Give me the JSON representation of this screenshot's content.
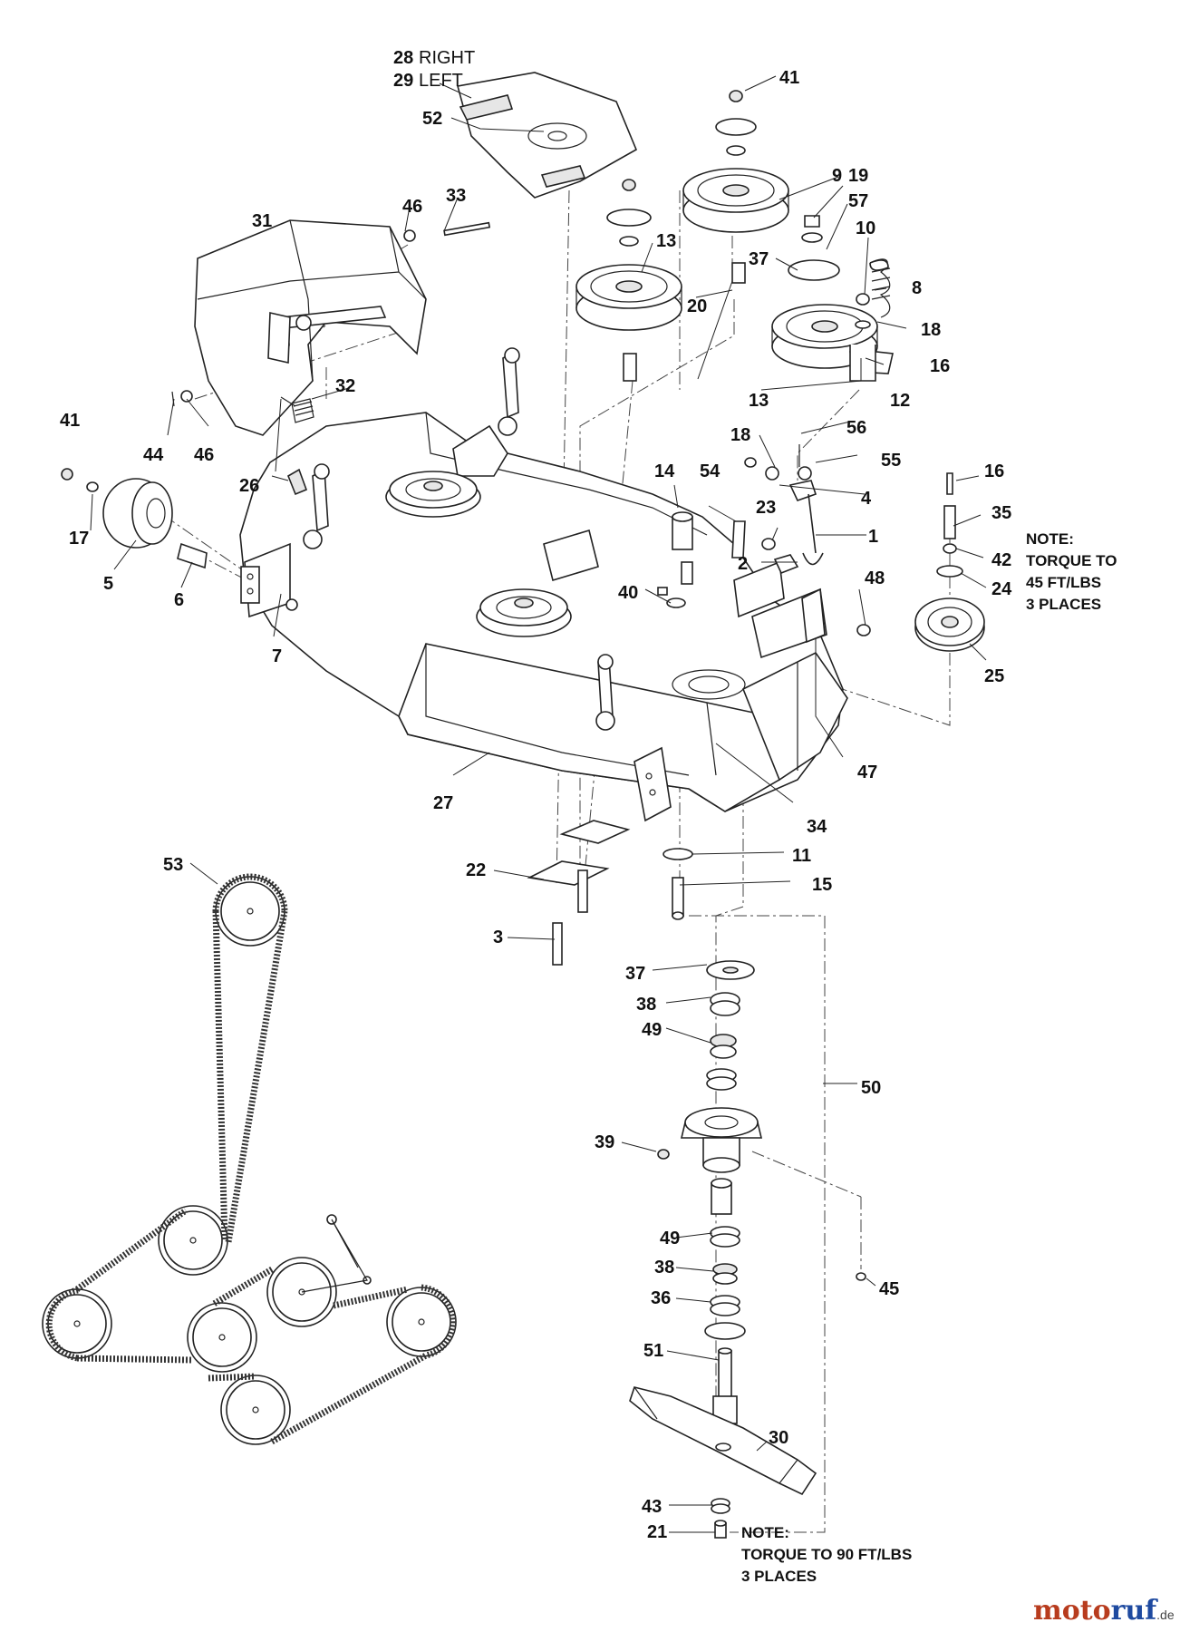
{
  "callouts": [
    {
      "id": "c28",
      "text": "28"
    },
    {
      "id": "c29",
      "text": "29"
    },
    {
      "id": "c52",
      "text": "52"
    },
    {
      "id": "c41a",
      "text": "41"
    },
    {
      "id": "c9",
      "text": "9"
    },
    {
      "id": "c19",
      "text": "19"
    },
    {
      "id": "c57",
      "text": "57"
    },
    {
      "id": "c10",
      "text": "10"
    },
    {
      "id": "c13a",
      "text": "13"
    },
    {
      "id": "c37a",
      "text": "37"
    },
    {
      "id": "c8",
      "text": "8"
    },
    {
      "id": "c20",
      "text": "20"
    },
    {
      "id": "c18a",
      "text": "18"
    },
    {
      "id": "c16a",
      "text": "16"
    },
    {
      "id": "c13b",
      "text": "13"
    },
    {
      "id": "c12",
      "text": "12"
    },
    {
      "id": "c31",
      "text": "31"
    },
    {
      "id": "c46a",
      "text": "46"
    },
    {
      "id": "c33",
      "text": "33"
    },
    {
      "id": "c32",
      "text": "32"
    },
    {
      "id": "c41b",
      "text": "41"
    },
    {
      "id": "c44",
      "text": "44"
    },
    {
      "id": "c46b",
      "text": "46"
    },
    {
      "id": "c26",
      "text": "26"
    },
    {
      "id": "c17",
      "text": "17"
    },
    {
      "id": "c5",
      "text": "5"
    },
    {
      "id": "c6",
      "text": "6"
    },
    {
      "id": "c7",
      "text": "7"
    },
    {
      "id": "c56",
      "text": "56"
    },
    {
      "id": "c18b",
      "text": "18"
    },
    {
      "id": "c55",
      "text": "55"
    },
    {
      "id": "c14",
      "text": "14"
    },
    {
      "id": "c54",
      "text": "54"
    },
    {
      "id": "c4",
      "text": "4"
    },
    {
      "id": "c23",
      "text": "23"
    },
    {
      "id": "c1",
      "text": "1"
    },
    {
      "id": "c2",
      "text": "2"
    },
    {
      "id": "c16b",
      "text": "16"
    },
    {
      "id": "c35",
      "text": "35"
    },
    {
      "id": "c42",
      "text": "42"
    },
    {
      "id": "c24",
      "text": "24"
    },
    {
      "id": "c25",
      "text": "25"
    },
    {
      "id": "c40",
      "text": "40"
    },
    {
      "id": "c48",
      "text": "48"
    },
    {
      "id": "c47",
      "text": "47"
    },
    {
      "id": "c27",
      "text": "27"
    },
    {
      "id": "c34",
      "text": "34"
    },
    {
      "id": "c53",
      "text": "53"
    },
    {
      "id": "c22",
      "text": "22"
    },
    {
      "id": "c11",
      "text": "11"
    },
    {
      "id": "c15",
      "text": "15"
    },
    {
      "id": "c3",
      "text": "3"
    },
    {
      "id": "c37b",
      "text": "37"
    },
    {
      "id": "c38a",
      "text": "38"
    },
    {
      "id": "c49a",
      "text": "49"
    },
    {
      "id": "c50",
      "text": "50"
    },
    {
      "id": "c39",
      "text": "39"
    },
    {
      "id": "c49b",
      "text": "49"
    },
    {
      "id": "c38b",
      "text": "38"
    },
    {
      "id": "c36",
      "text": "36"
    },
    {
      "id": "c45",
      "text": "45"
    },
    {
      "id": "c51",
      "text": "51"
    },
    {
      "id": "c30",
      "text": "30"
    },
    {
      "id": "c43",
      "text": "43"
    },
    {
      "id": "c21",
      "text": "21"
    }
  ],
  "side_labels": {
    "right": "RIGHT",
    "left": "LEFT"
  },
  "notes": {
    "top_lines": [
      "NOTE:",
      "TORQUE TO",
      "45 FT/LBS",
      "3 PLACES"
    ],
    "bottom_lines": [
      "NOTE:",
      "TORQUE TO 90 FT/LBS",
      "3 PLACES"
    ]
  },
  "watermark": {
    "part1": "moto",
    "part2": "ruf",
    "suffix": ".de"
  }
}
